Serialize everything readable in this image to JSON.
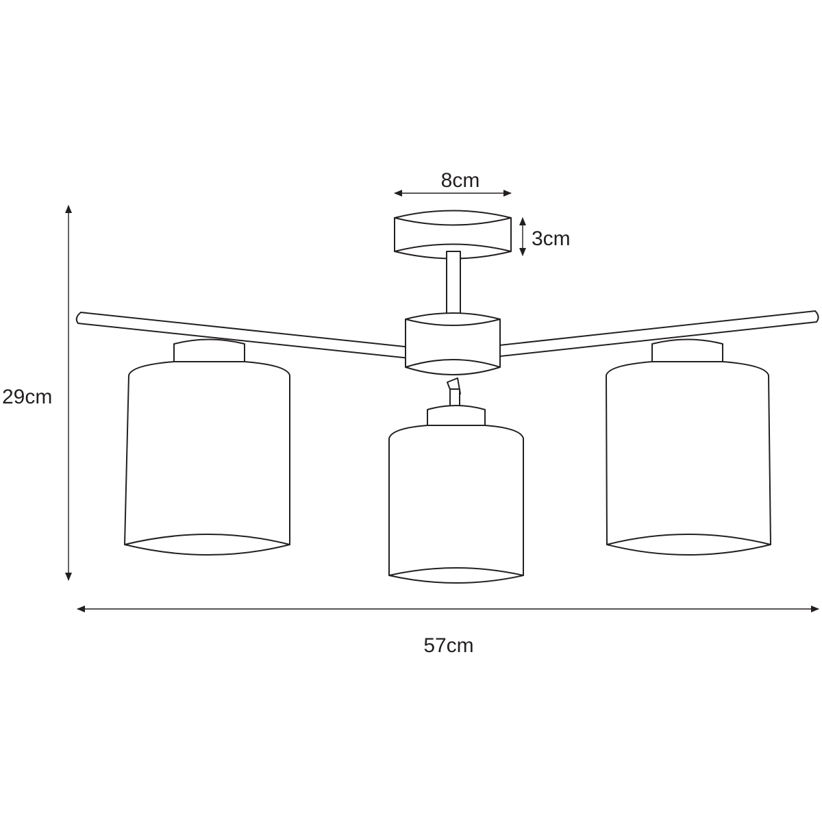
{
  "dimensions": {
    "total_height": "29cm",
    "total_width": "57cm",
    "canopy_diameter": "8cm",
    "canopy_height": "3cm"
  },
  "colors": {
    "line": "#231f20",
    "background": "#ffffff"
  }
}
